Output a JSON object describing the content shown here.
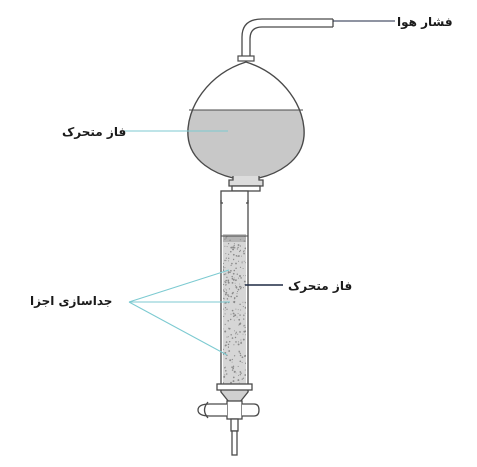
{
  "labels": {
    "air_pressure": "فشار هوا",
    "mobile_phase_top": "فاز متحرک",
    "mobile_phase_side": "فاز متحرک",
    "component_separation": "جداسازی اجزا"
  },
  "colors": {
    "outline": "#4a4a4a",
    "liquid": "#c8c8c8",
    "packing": "#d6d6d6",
    "dots": "#8a8a8a",
    "leader_teal": "#7ccad1",
    "leader_dark": "#1f2a44",
    "text": "#1a1a1a"
  }
}
